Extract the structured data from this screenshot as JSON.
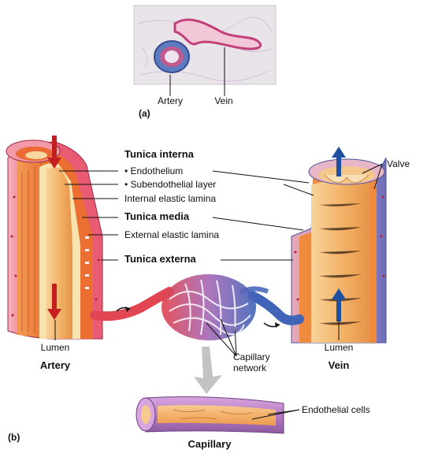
{
  "panel_a": {
    "letter": "(a)",
    "artery": "Artery",
    "vein": "Vein"
  },
  "panel_b": {
    "letter": "(b)",
    "tunica_interna": "Tunica interna",
    "endothelium": "• Endothelium",
    "subendothelial": "• Subendothelial layer",
    "internal_elastic": "Internal elastic lamina",
    "tunica_media": "Tunica media",
    "external_elastic": "External elastic lamina",
    "tunica_externa": "Tunica externa",
    "valve": "Valve",
    "lumen_artery": "Lumen",
    "lumen_vein": "Lumen",
    "artery": "Artery",
    "vein": "Vein",
    "capillary_network": "Capillary\nnetwork",
    "endothelial_cells": "Endothelial cells",
    "capillary": "Capillary"
  },
  "colors": {
    "artery_red": "#d2232a",
    "vein_blue": "#1f5aa8",
    "media_orange": "#f07f3c",
    "lumen_tan": "#f3b46a",
    "capillary_purple": "#a56bb4"
  }
}
